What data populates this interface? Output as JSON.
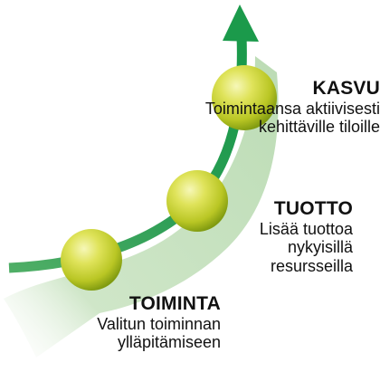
{
  "stages": [
    {
      "id": "toiminta",
      "title": "TOIMINTA",
      "lines": [
        "Valitun toiminnan",
        "ylläpitämiseen"
      ]
    },
    {
      "id": "tuotto",
      "title": "TUOTTO",
      "lines": [
        "Lisää tuottoa",
        "nykyisillä",
        "resursseilla"
      ]
    },
    {
      "id": "kasvu",
      "title": "KASVU",
      "lines": [
        "Toimintaansa aktiivisesti",
        "kehittäville tiloille"
      ]
    }
  ],
  "colors": {
    "arrow": "#1e9a4e",
    "arrow_light": "#5cc07a",
    "band": "#cfe6c8",
    "ball_highlight": "#f4f5a6",
    "ball_mid": "#c9d22e",
    "ball_shadow": "#7d9a12"
  }
}
